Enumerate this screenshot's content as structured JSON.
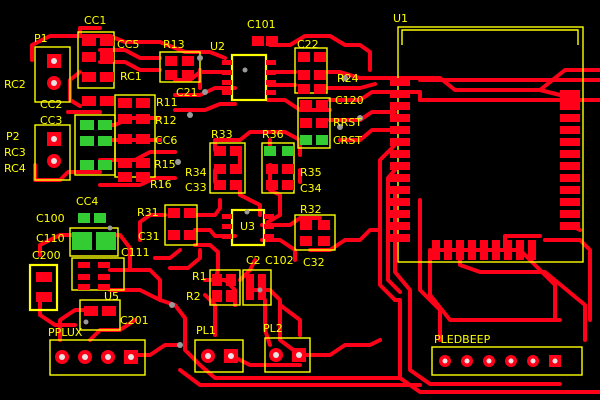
{
  "colors": {
    "background": "#000000",
    "copper": "#ff0018",
    "silk": "#ffff00",
    "pad_green": "#33cc33",
    "via": "#9a9a9a",
    "pad_light": "#e9e2e2"
  },
  "labels": {
    "CC1": "CC1",
    "P1": "P1",
    "CC5": "CC5",
    "R13": "R13",
    "U2": "U2",
    "C101": "C101",
    "C22": "C22",
    "U1": "U1",
    "RC2": "RC2",
    "RC1": "RC1",
    "C21": "C21",
    "R24": "R24",
    "CC2": "CC2",
    "R11": "R11",
    "C120": "C120",
    "CC3": "CC3",
    "R12": "R12",
    "RRST": "RRST",
    "P2": "P2",
    "CC6": "CC6",
    "R33": "R33",
    "R36": "R36",
    "CRST": "CRST",
    "RC3": "RC3",
    "RC4": "RC4",
    "R15": "R15",
    "R34": "R34",
    "R35": "R35",
    "R16": "R16",
    "C33": "C33",
    "C34": "C34",
    "CC4": "CC4",
    "R31": "R31",
    "R32": "R32",
    "C100": "C100",
    "U3": "U3",
    "C31": "C31",
    "C110": "C110",
    "C111": "C111",
    "C200": "C200",
    "C2": "C2",
    "C102": "C102",
    "C32": "C32",
    "R1": "R1",
    "U5": "U5",
    "R2": "R2",
    "C201": "C201",
    "PPLUX": "PPLUX",
    "PL1": "PL1",
    "PL2": "PL2",
    "PLEDBEEP": "PLEDBEEP"
  }
}
